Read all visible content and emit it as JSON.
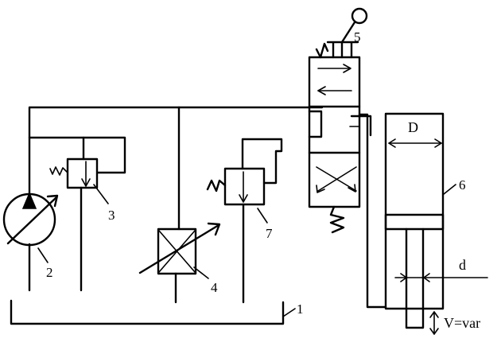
{
  "labels": {
    "tank": "1",
    "pump": "2",
    "relief_valve": "3",
    "throttle": "4",
    "directional_valve": "5",
    "cylinder": "6",
    "pressure_valve": "7",
    "bore_diameter": "D",
    "rod_diameter": "d",
    "velocity": "V=var"
  }
}
